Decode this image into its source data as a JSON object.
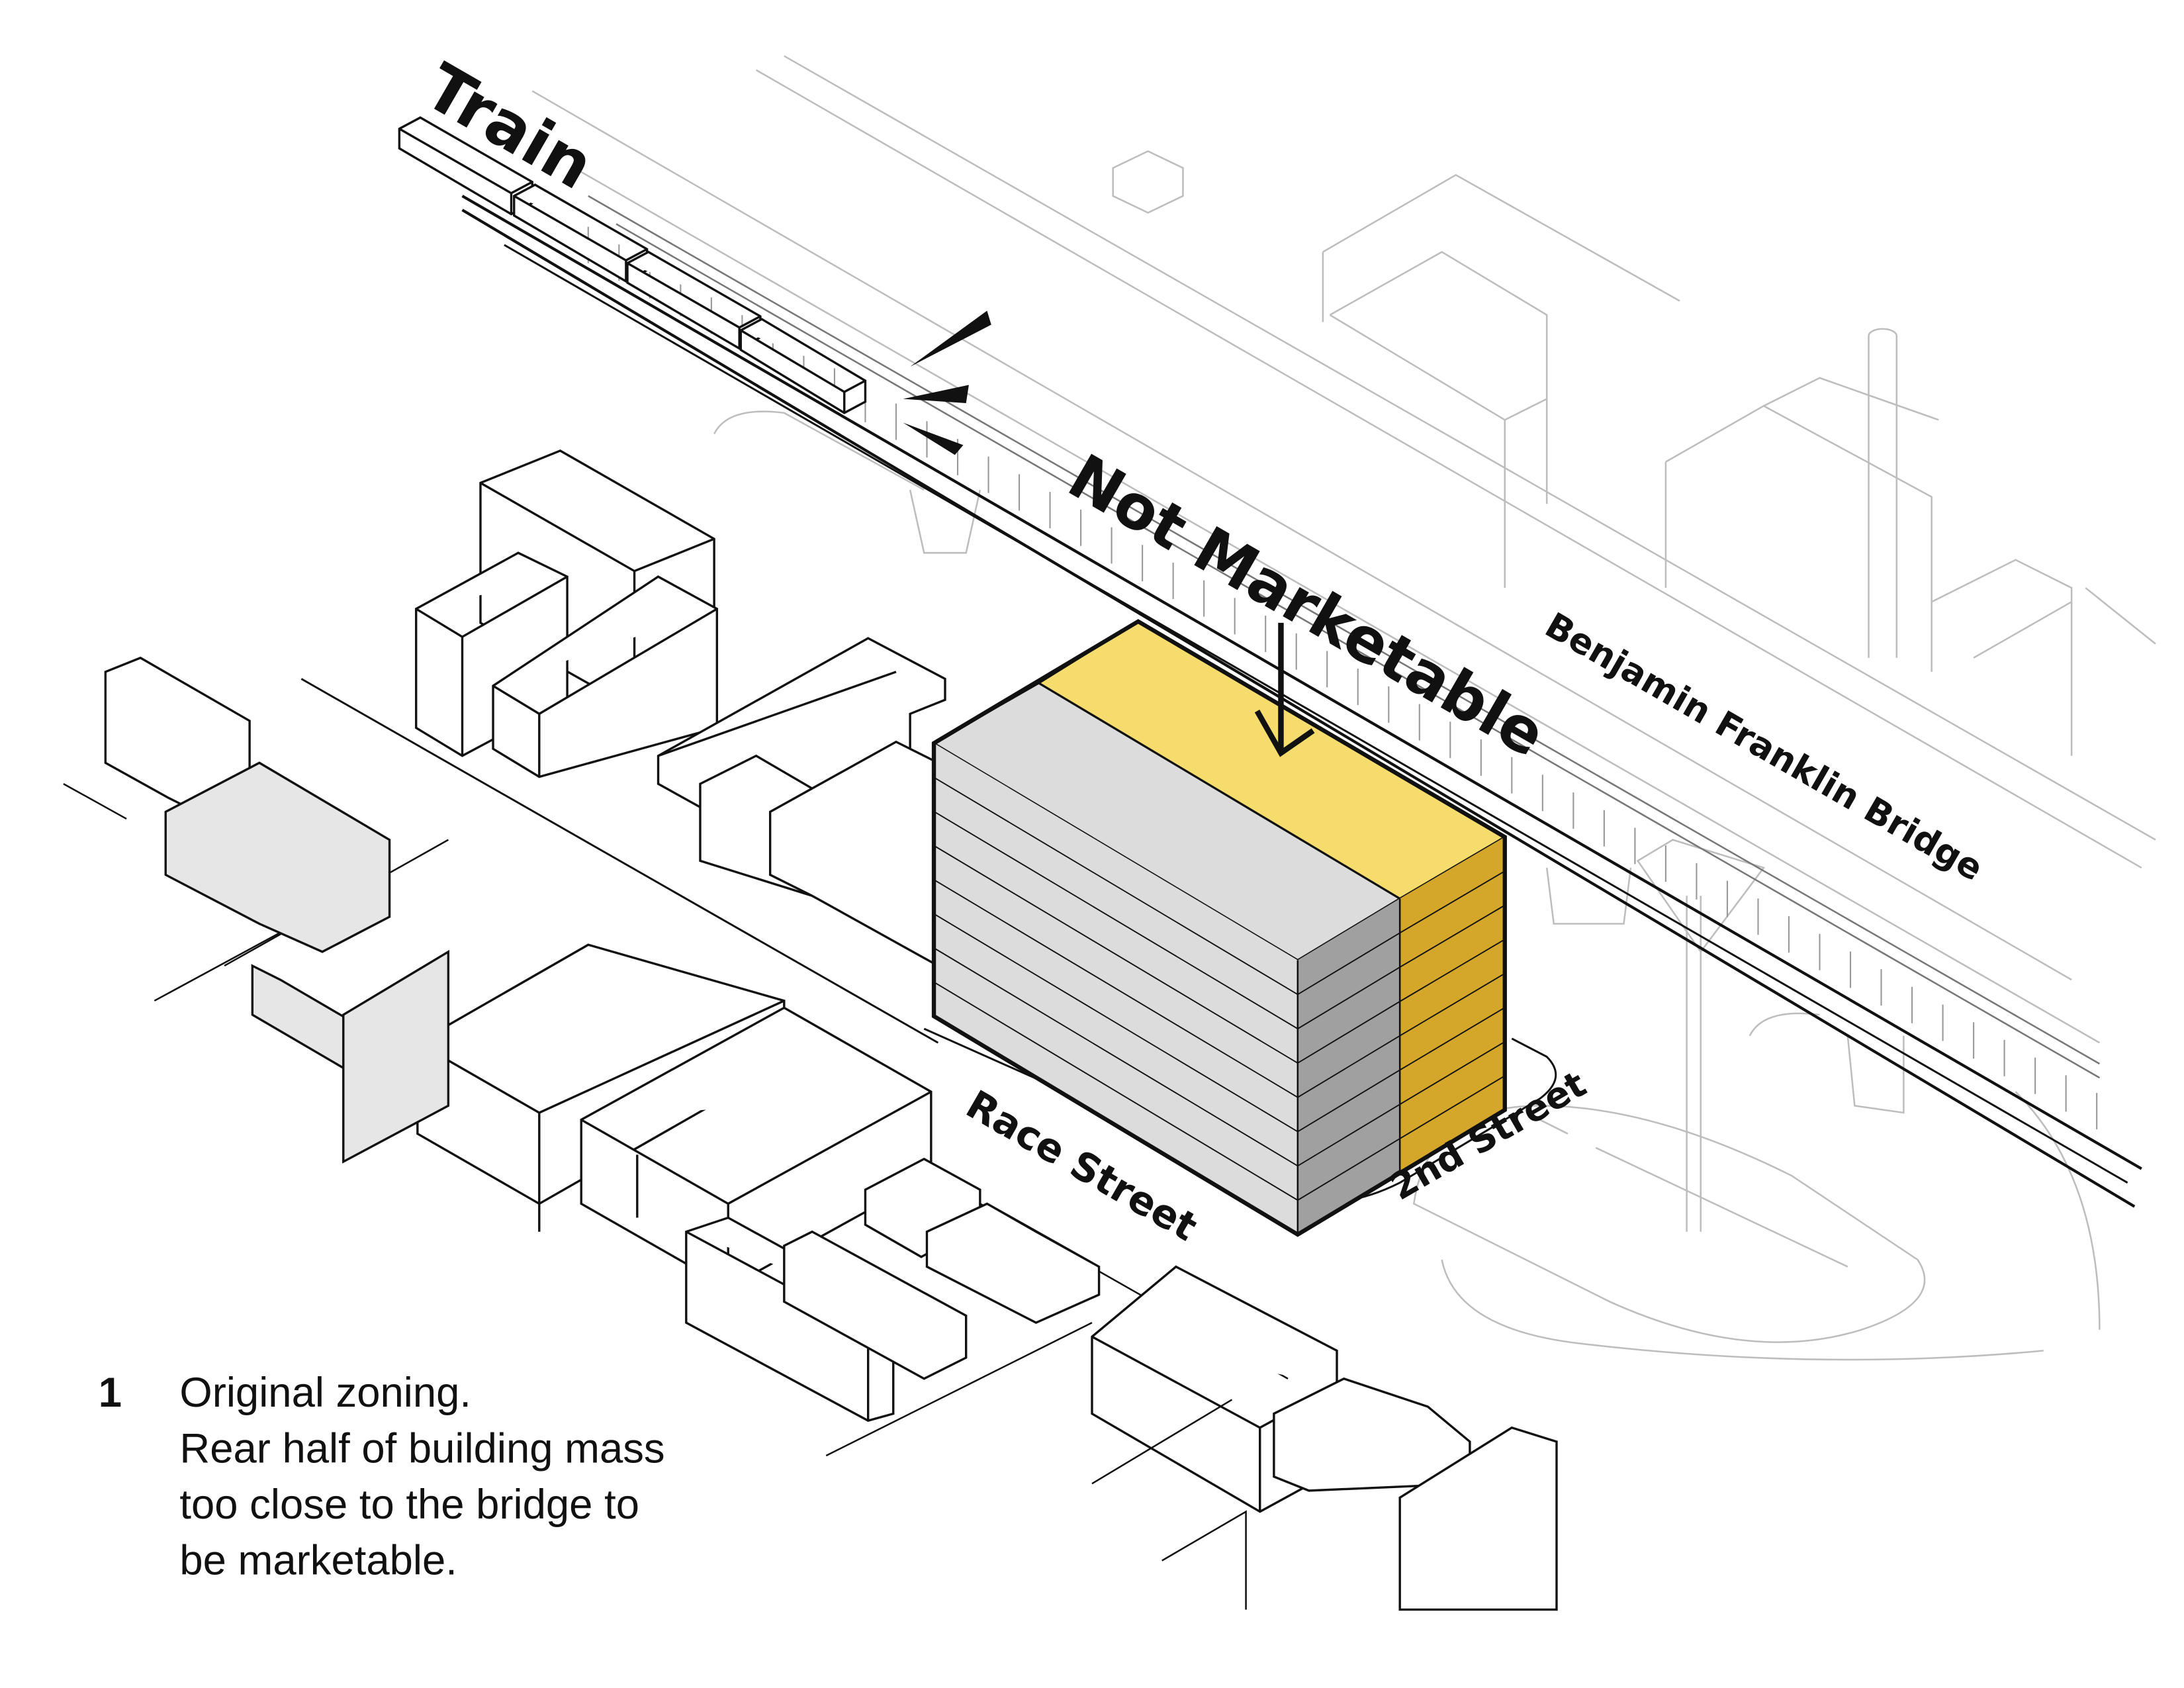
{
  "labels": {
    "train": "Train",
    "not_marketable": "Not Marketable",
    "bridge": "Benjamin Franklin Bridge",
    "race_street": "Race Street",
    "second_street": "2nd Street"
  },
  "caption": {
    "number": "1",
    "lines": [
      "Original zoning.",
      "Rear half of building mass",
      "too close to the bridge to",
      "be marketable."
    ]
  },
  "colors": {
    "roof_marketable": "#dcdcdc",
    "roof_not_marketable": "#f6dc6c",
    "side_gray": "#a0a0a0",
    "side_yellow": "#d4a72a",
    "front_face": "#dcdcdc"
  },
  "building": {
    "floors": 8
  }
}
